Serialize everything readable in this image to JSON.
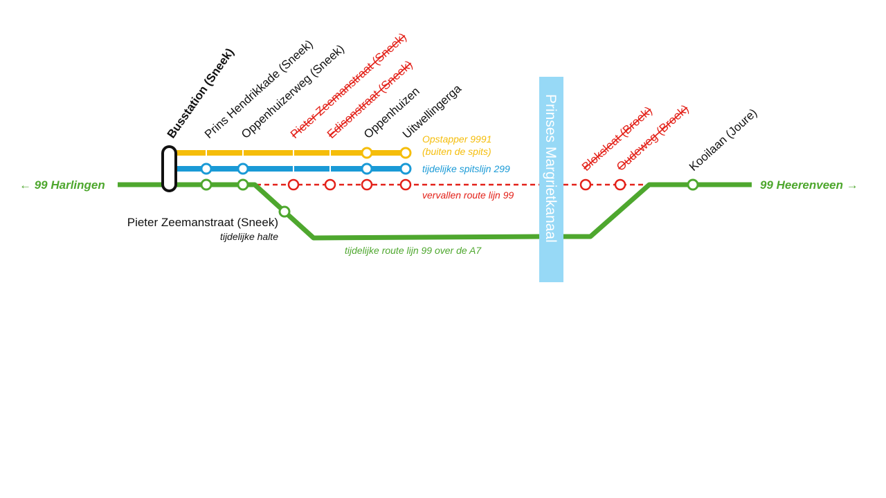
{
  "colors": {
    "green": "#4ea72e",
    "red": "#e32119",
    "blue": "#1a9ad6",
    "yellow": "#f5bd0a",
    "canal": "#97d9f6",
    "black": "#111111"
  },
  "ends": {
    "left": "← 99 Harlingen",
    "right": "99 Heerenveen →"
  },
  "stations": {
    "busstation": "Busstation (Sneek)",
    "prins_hendrikkade": "Prins Hendrikkade (Sneek)",
    "oppenhuizerweg": "Oppenhuizerweg (Sneek)",
    "pieter_zeemanstraat_old": "Pieter Zeemanstraat (Sneek)",
    "edisonstraat": "Edisonstraat (Sneek)",
    "oppenhuizen": "Oppenhuizen",
    "uitwellingerga": "Uitwellingerga",
    "bloksleat": "Bloksleat (Broek)",
    "oudeweg": "Oudeweg (Broek)",
    "kooilaan": "Kooilaan (Joure)",
    "pieter_zeemanstraat_temp": "Pieter Zeemanstraat (Sneek)",
    "pieter_zeemanstraat_temp_note": "tijdelijke halte"
  },
  "canal": {
    "name": "Prinses Margrietkanaal"
  },
  "legend": {
    "yellow_line1": "Opstapper 9991",
    "yellow_line2": "(buiten de spits)",
    "blue": "tijdelijke spitslijn 299",
    "red": "vervallen route lijn 99",
    "green_detour": "tijdelijke route lijn 99 over de A7"
  }
}
